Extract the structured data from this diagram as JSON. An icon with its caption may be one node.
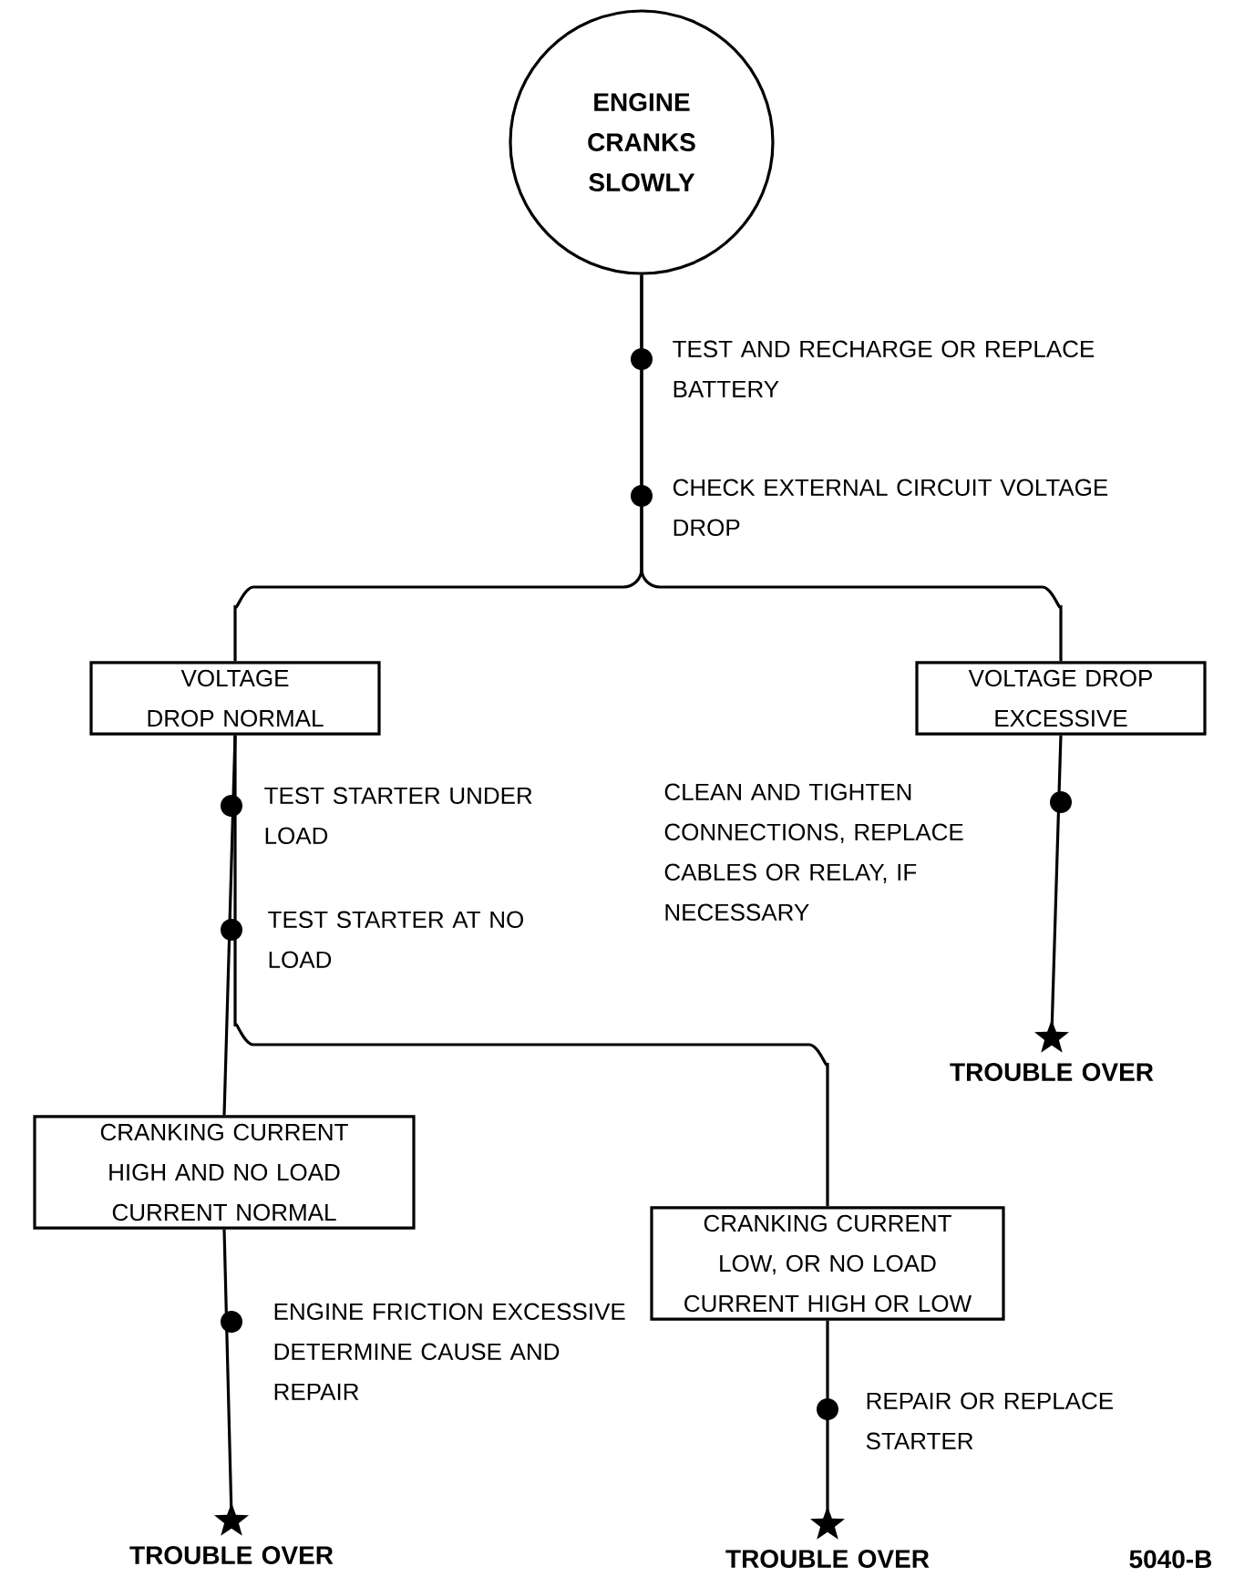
{
  "diagram": {
    "nodes": [
      {
        "text": [
          "ENGINE CRANKS SLOWLY"
        ]
      },
      {
        "text": [
          "VOLTAGE DROP NORMAL"
        ]
      },
      {
        "text": [
          "VOLTAGE DROP EXCESSIVE"
        ]
      },
      {
        "text": [
          "CRANKING CURRENT HIGH AND NO LOAD CURRENT NORMAL"
        ]
      },
      {
        "text": [
          "CRANKING CURRENT LOW, OR NO LOAD CURRENT HIGH OR LOW"
        ]
      },
      {
        "text": [
          "TROUBLE OVER"
        ]
      },
      {
        "text": [
          "TROUBLE OVER"
        ]
      },
      {
        "text": [
          "TROUBLE OVER"
        ]
      }
    ],
    "edges": [
      {
        "from": 0,
        "to": 1,
        "arrow": "none"
      },
      {
        "from": 0,
        "to": 2,
        "arrow": "none"
      },
      {
        "from": 1,
        "to": 3,
        "arrow": "none"
      },
      {
        "from": 1,
        "to": 4,
        "arrow": "none"
      },
      {
        "from": 2,
        "to": 5,
        "arrow": "other",
        "label": "CLEAN AND TIGHTEN CONNECTIONS, REPLACE CABLES OR RELAY, IF NECESSARY"
      },
      {
        "from": 3,
        "to": 6,
        "arrow": "other",
        "label": "ENGINE FRICTION EXCESSIVE DETERMINE CAUSE AND REPAIR"
      },
      {
        "from": 4,
        "to": 7,
        "arrow": "other",
        "label": "REPAIR OR REPLACE STARTER"
      }
    ],
    "labels": [
      "TEST AND RECHARGE OR REPLACE BATTERY",
      "CHECK EXTERNAL CIRCUIT VOLTAGE DROP",
      "TEST STARTER UNDER LOAD",
      "TEST STARTER AT NO LOAD",
      "5040-B"
    ]
  }
}
